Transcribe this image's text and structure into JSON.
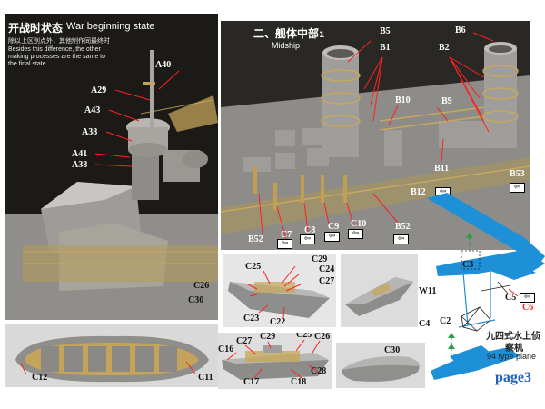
{
  "panels": {
    "war_start": {
      "title_cn": "开战时状态",
      "title_en": "War beginning state",
      "note_cn": "除以上区别点外，其他制作同最终时",
      "note_en": "Besides this difference, the other making processes are the same to the final state.",
      "labels": [
        "A40",
        "A29",
        "A43",
        "A38",
        "A41",
        "A38"
      ]
    },
    "midship": {
      "title_cn": "二、舰体中部",
      "title_num": "1",
      "title_en": "Midship",
      "labels": {
        "B5": "B5",
        "B1": "B1",
        "B6": "B6",
        "B2": "B2",
        "B10": "B10",
        "B9": "B9",
        "B11": "B11",
        "B53": "B53",
        "B12": "B12",
        "B52a": "B52",
        "C7": "C7",
        "C8": "C8",
        "C9": "C9",
        "C10": "C10",
        "B52b": "B52"
      }
    },
    "boat_mid": {
      "labels": [
        "C25",
        "C29",
        "C24",
        "C27",
        "C26",
        "C30",
        "C23",
        "C22"
      ]
    },
    "lifeboat": {
      "labels": [
        "C12",
        "C11"
      ]
    },
    "motorboat": {
      "labels": [
        "C16",
        "C27",
        "C29",
        "C25",
        "C26",
        "C17",
        "C18",
        "C28"
      ]
    },
    "boat_hull": {
      "labels": [
        "C30"
      ]
    },
    "plane": {
      "labels": [
        "C3",
        "W11",
        "C5",
        "C6",
        "C4",
        "C2"
      ],
      "caption_cn_1": "九四式水上侦",
      "caption_cn_2": "察机",
      "caption_en": "94 type plane"
    }
  },
  "page_label": "page3",
  "arrow_glyph": "⇦",
  "colors": {
    "label_white": "#ffffff",
    "label_black": "#111111",
    "label_red": "#ff2222",
    "plane_blue": "#1e90d8",
    "page_blue": "#1f5fbf"
  }
}
